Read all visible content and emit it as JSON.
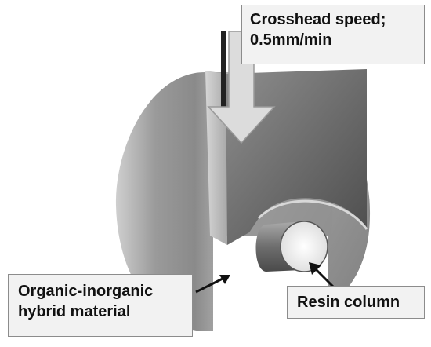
{
  "labels": {
    "speed": {
      "line1": "Crosshead speed;",
      "line2": "0.5mm/min"
    },
    "material": {
      "line1": "Organic-inorganic",
      "line2": "hybrid material"
    },
    "resin": {
      "text": "Resin column"
    }
  },
  "colors": {
    "callout_fill": "#f2f2f2",
    "callout_border": "#8c8c8c",
    "arrow_fill": "#dcdcdc",
    "pointer": "#111111"
  }
}
